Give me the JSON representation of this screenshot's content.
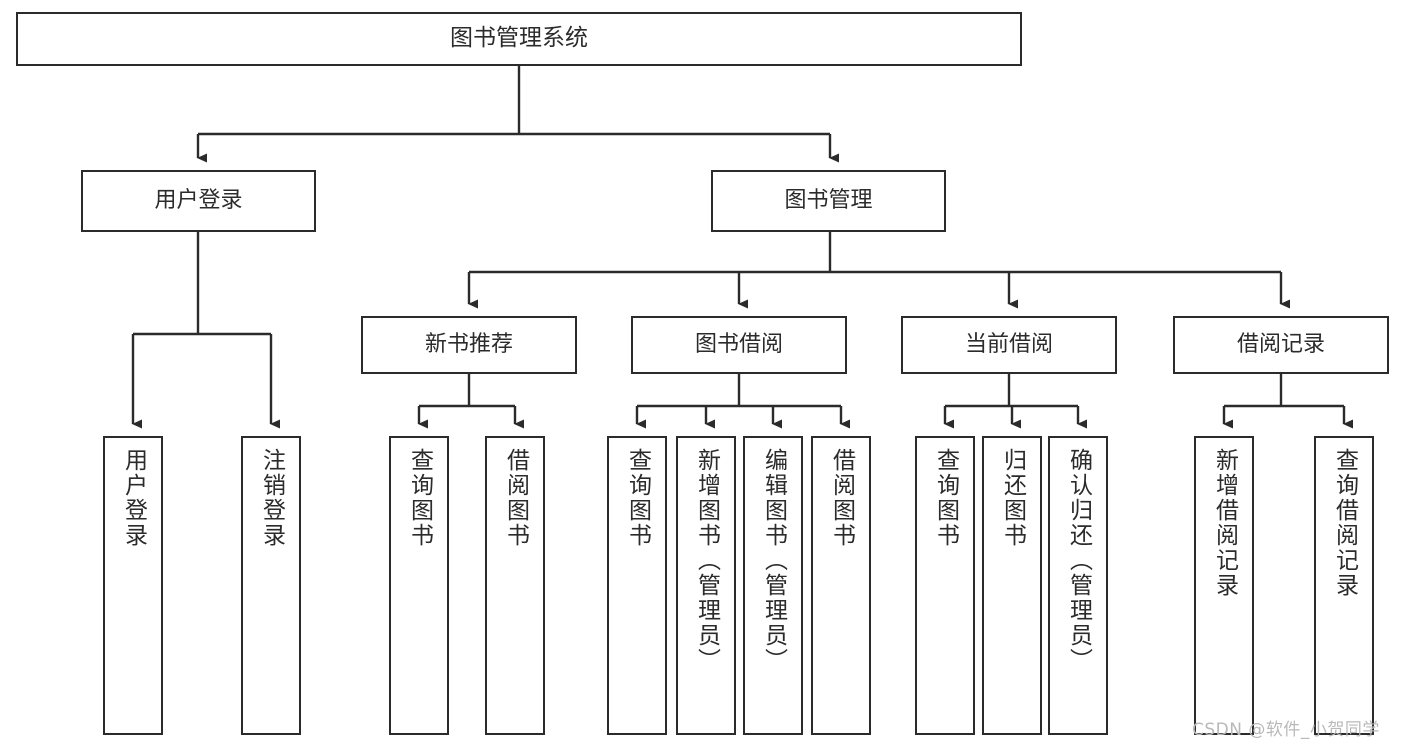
{
  "diagram": {
    "title": "图书管理系统",
    "type": "tree-hierarchy-chart",
    "colors": {
      "stroke": "#2b2b2b",
      "fill": "#ffffff",
      "watermark": "#b9b9b9"
    },
    "nodes": {
      "root": {
        "label": "图书管理系统"
      },
      "level2": [
        {
          "label": "用户登录"
        },
        {
          "label": "图书管理"
        }
      ],
      "level3": [
        {
          "label": "新书推荐"
        },
        {
          "label": "图书借阅"
        },
        {
          "label": "当前借阅"
        },
        {
          "label": "借阅记录"
        }
      ],
      "leaves": {
        "user_login": [
          {
            "label": "用户登录"
          },
          {
            "label": "注销登录"
          }
        ],
        "new_book_recommend": [
          {
            "label": "查询图书"
          },
          {
            "label": "借阅图书"
          }
        ],
        "book_borrow": [
          {
            "label": "查询图书"
          },
          {
            "label": "新增图书（管理员）"
          },
          {
            "label": "编辑图书（管理员）"
          },
          {
            "label": "借阅图书"
          }
        ],
        "current_borrow": [
          {
            "label": "查询图书"
          },
          {
            "label": "归还图书"
          },
          {
            "label": "确认归还（管理员）"
          }
        ],
        "borrow_record": [
          {
            "label": "新增借阅记录"
          },
          {
            "label": "查询借阅记录"
          }
        ]
      }
    },
    "watermark": "CSDN @软件_小贺同学"
  }
}
